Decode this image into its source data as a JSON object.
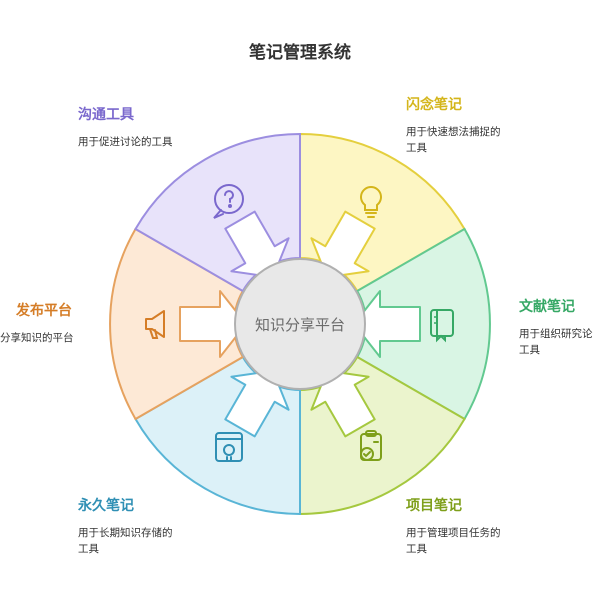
{
  "title": "笔记管理系统",
  "center": {
    "label": "知识分享平台",
    "fill": "#e8e8e8",
    "stroke": "#b0b0b0",
    "color": "#6b6b6b"
  },
  "segments": [
    {
      "key": "flash",
      "title": "闪念笔记",
      "desc_lines": [
        "用于快速想法捕捉的",
        "工具"
      ],
      "fill": "#fdf6c3",
      "stroke": "#e4cf3e",
      "title_color": "#d4b51a",
      "icon": "lightbulb-icon"
    },
    {
      "key": "literature",
      "title": "文献笔记",
      "desc_lines": [
        "用于组织研究论",
        "工具"
      ],
      "fill": "#d9f5e4",
      "stroke": "#62c990",
      "title_color": "#36a865",
      "icon": "document-icon"
    },
    {
      "key": "project",
      "title": "项目笔记",
      "desc_lines": [
        "用于管理项目任务的",
        "工具"
      ],
      "fill": "#ebf4cd",
      "stroke": "#a5c83f",
      "title_color": "#7e9f1a",
      "icon": "clipboard-check-icon"
    },
    {
      "key": "permanent",
      "title": "永久笔记",
      "desc_lines": [
        "用于长期知识存储的",
        "工具"
      ],
      "fill": "#dcf1f8",
      "stroke": "#59b5d6",
      "title_color": "#2f8fb4",
      "icon": "archive-icon"
    },
    {
      "key": "publish",
      "title": "发布平台",
      "desc_lines": [
        "分享知识的平台"
      ],
      "fill": "#fde9d6",
      "stroke": "#e6a25f",
      "title_color": "#d57d27",
      "icon": "megaphone-icon"
    },
    {
      "key": "communication",
      "title": "沟通工具",
      "desc_lines": [
        "用于促进讨论的工具"
      ],
      "fill": "#e8e3fa",
      "stroke": "#9c8ee0",
      "title_color": "#7a68cd",
      "icon": "speech-bubble-question-icon"
    }
  ]
}
